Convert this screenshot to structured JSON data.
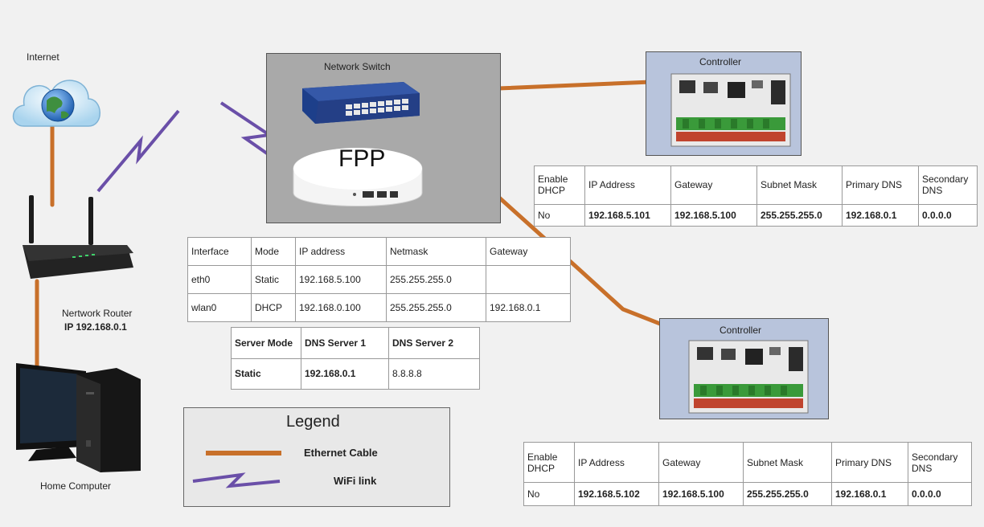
{
  "labels": {
    "internet": "Internet",
    "network_switch": "Network Switch",
    "fpp": "FPP",
    "router_name": "Nertwork Router",
    "router_ip": "IP 192.168.0.1",
    "home_computer": "Home Computer",
    "controller_1": "Controller",
    "controller_2": "Controller"
  },
  "fpp_interfaces": {
    "headers": [
      "Interface",
      "Mode",
      "IP address",
      "Netmask",
      "Gateway"
    ],
    "rows": [
      [
        "eth0",
        "Static",
        "192.168.5.100",
        "255.255.255.0",
        ""
      ],
      [
        "wlan0",
        "DHCP",
        "192.168.0.100",
        "255.255.255.0",
        "192.168.0.1"
      ]
    ]
  },
  "fpp_dns": {
    "headers": [
      "Server Mode",
      "DNS Server 1",
      "DNS Server 2"
    ],
    "rows": [
      [
        "Static",
        "192.168.0.1",
        "8.8.8.8"
      ]
    ]
  },
  "controller_1_table": {
    "headers": [
      "Enable DHCP",
      "IP Address",
      "Gateway",
      "Subnet Mask",
      "Primary DNS",
      "Secondary DNS"
    ],
    "rows": [
      [
        "No",
        "192.168.5.101",
        "192.168.5.100",
        "255.255.255.0",
        "192.168.0.1",
        "0.0.0.0"
      ]
    ]
  },
  "controller_2_table": {
    "headers": [
      "Enable DHCP",
      "IP Address",
      "Gateway",
      "Subnet Mask",
      "Primary DNS",
      "Secondary DNS"
    ],
    "rows": [
      [
        "No",
        "192.168.5.102",
        "192.168.5.100",
        "255.255.255.0",
        "192.168.0.1",
        "0.0.0.0"
      ]
    ]
  },
  "legend": {
    "title": "Legend",
    "ethernet": "Ethernet Cable",
    "wifi": "WiFi link"
  },
  "colors": {
    "ethernet": "#c8702a",
    "wifi": "#6a4fa8",
    "controller_bg": "#b8c4dc",
    "switch_bg": "#a9a9a9"
  }
}
